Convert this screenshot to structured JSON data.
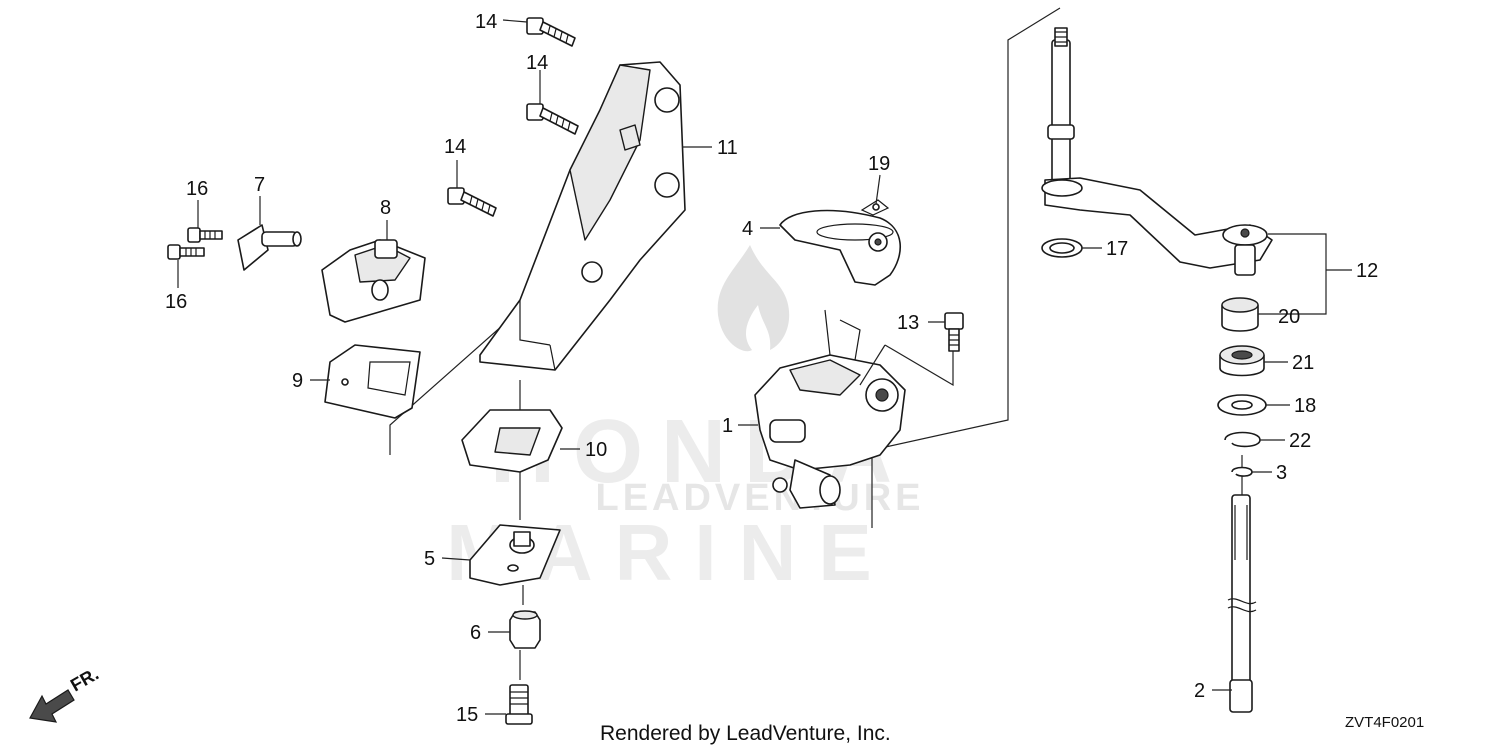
{
  "diagram": {
    "callouts": [
      {
        "id": "c14a",
        "label": "14"
      },
      {
        "id": "c14b",
        "label": "14"
      },
      {
        "id": "c14c",
        "label": "14"
      },
      {
        "id": "c11",
        "label": "11"
      },
      {
        "id": "c16a",
        "label": "16"
      },
      {
        "id": "c7",
        "label": "7"
      },
      {
        "id": "c8",
        "label": "8"
      },
      {
        "id": "c16b",
        "label": "16"
      },
      {
        "id": "c9",
        "label": "9"
      },
      {
        "id": "c10",
        "label": "10"
      },
      {
        "id": "c5",
        "label": "5"
      },
      {
        "id": "c6",
        "label": "6"
      },
      {
        "id": "c15",
        "label": "15"
      },
      {
        "id": "c19",
        "label": "19"
      },
      {
        "id": "c4",
        "label": "4"
      },
      {
        "id": "c13",
        "label": "13"
      },
      {
        "id": "c1",
        "label": "1"
      },
      {
        "id": "c17",
        "label": "17"
      },
      {
        "id": "c12",
        "label": "12"
      },
      {
        "id": "c20",
        "label": "20"
      },
      {
        "id": "c21",
        "label": "21"
      },
      {
        "id": "c18",
        "label": "18"
      },
      {
        "id": "c22",
        "label": "22"
      },
      {
        "id": "c3",
        "label": "3"
      },
      {
        "id": "c2",
        "label": "2"
      }
    ]
  },
  "direction_indicator": {
    "label": "FR."
  },
  "footer": {
    "credit": "Rendered by LeadVenture, Inc.",
    "diagram_code": "ZVT4F0201"
  },
  "watermark": {
    "line1": "HONDA",
    "line2": "LEADVENTURE",
    "line3": "MARINE"
  }
}
